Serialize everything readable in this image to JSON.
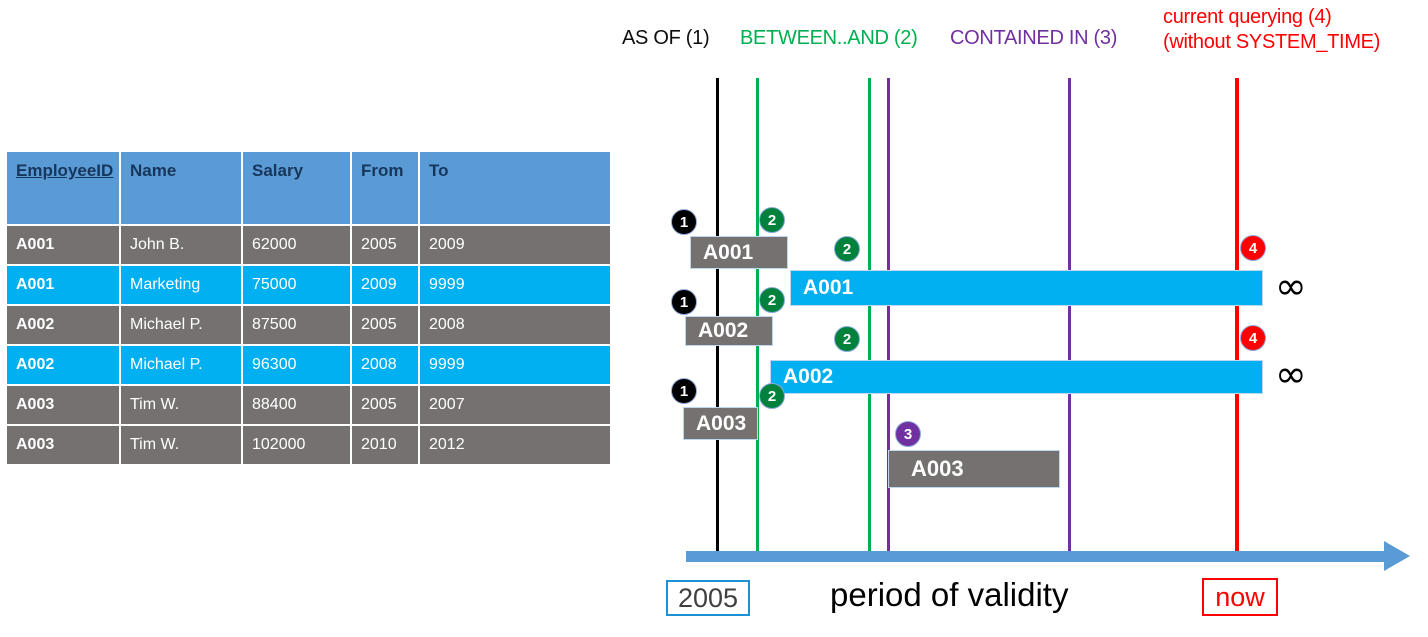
{
  "table": {
    "columns": [
      "EmployeeID",
      "Name",
      "Salary",
      "From",
      "To"
    ],
    "rows": [
      {
        "style": "gray",
        "cells": [
          "A001",
          "John  B.",
          "62000",
          "2005",
          "2009"
        ]
      },
      {
        "style": "cyan",
        "cells": [
          "A001",
          "Marketing",
          "75000",
          "2009",
          "9999"
        ]
      },
      {
        "style": "gray",
        "cells": [
          "A002",
          "Michael P.",
          "87500",
          "2005",
          "2008"
        ]
      },
      {
        "style": "cyan",
        "cells": [
          "A002",
          "Michael P.",
          "96300",
          "2008",
          "9999"
        ]
      },
      {
        "style": "gray",
        "cells": [
          "A003",
          "Tim W.",
          "88400",
          "2005",
          "2007"
        ]
      },
      {
        "style": "gray",
        "cells": [
          "A003",
          "Tim W.",
          "102000",
          "2010",
          "2012"
        ]
      }
    ],
    "colors": {
      "header": "#5b9bd5",
      "header_text": "#16365c",
      "gray_row": "#767171",
      "cyan_row": "#00b0f0"
    }
  },
  "diagram": {
    "legend": [
      {
        "label": "AS OF (1)",
        "color": "#0d0d0d"
      },
      {
        "label": "BETWEEN..AND (2)",
        "color": "#00b050"
      },
      {
        "label": "CONTAINED IN (3)",
        "color": "#00b050"
      },
      {
        "label": "current querying (4)",
        "color": "#ff0000"
      },
      {
        "label": "(without SYSTEM_TIME)",
        "color": "#ff0000"
      }
    ],
    "legend_contained_color": "#7030a0",
    "bars": [
      {
        "label": "A001",
        "style": "gray"
      },
      {
        "label": "A001",
        "style": "cyan"
      },
      {
        "label": "A002",
        "style": "gray"
      },
      {
        "label": "A002",
        "style": "cyan"
      },
      {
        "label": "A003",
        "style": "gray"
      },
      {
        "label": "A003",
        "style": "gray"
      }
    ],
    "badges": [
      {
        "num": "1",
        "color": "black"
      },
      {
        "num": "2",
        "color": "green"
      },
      {
        "num": "2",
        "color": "green"
      },
      {
        "num": "4",
        "color": "red"
      },
      {
        "num": "1",
        "color": "black"
      },
      {
        "num": "2",
        "color": "green"
      },
      {
        "num": "2",
        "color": "green"
      },
      {
        "num": "4",
        "color": "red"
      },
      {
        "num": "1",
        "color": "black"
      },
      {
        "num": "2",
        "color": "green"
      },
      {
        "num": "3",
        "color": "purple"
      }
    ],
    "infinity_symbol": "∞",
    "axis": {
      "start_label": "2005",
      "end_label": "now",
      "caption": "period of validity"
    }
  }
}
